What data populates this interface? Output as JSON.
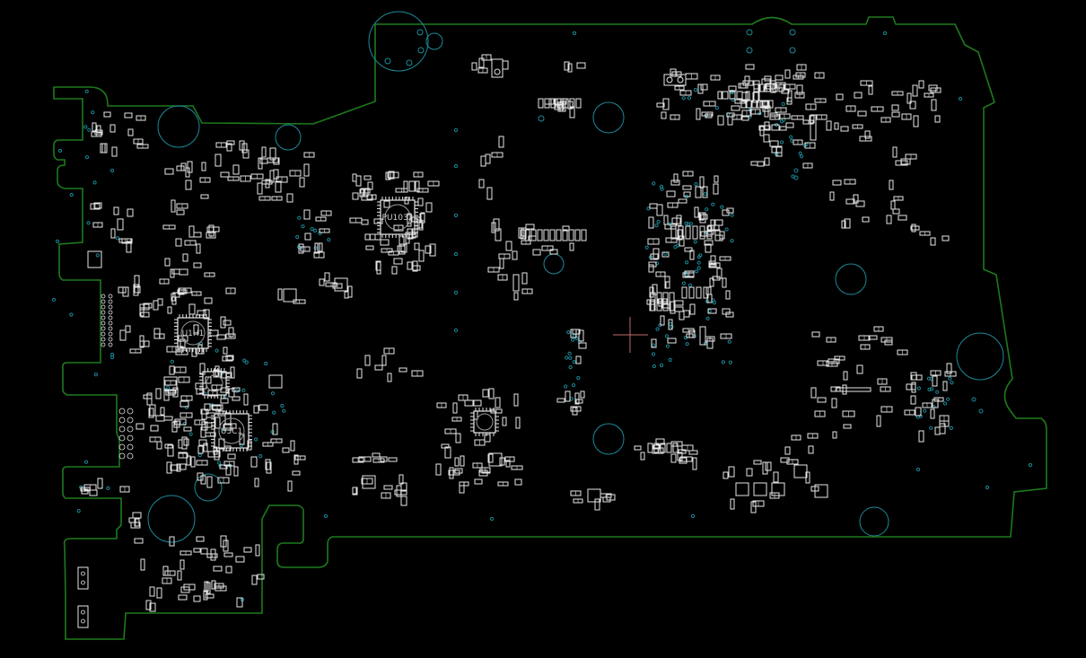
{
  "viewer": {
    "background": "#000000"
  },
  "colors": {
    "outline": "#1d7a1d",
    "mounting": "#1b8a9a",
    "via": "#1b8a9a",
    "component": "#e6e6e6",
    "cursor": "#c06a6a"
  },
  "components": {
    "pu1032": {
      "label": "PU1032"
    },
    "u1h1": {
      "label": "U1H1"
    },
    "u3c1": {
      "label": "U3C1"
    }
  }
}
